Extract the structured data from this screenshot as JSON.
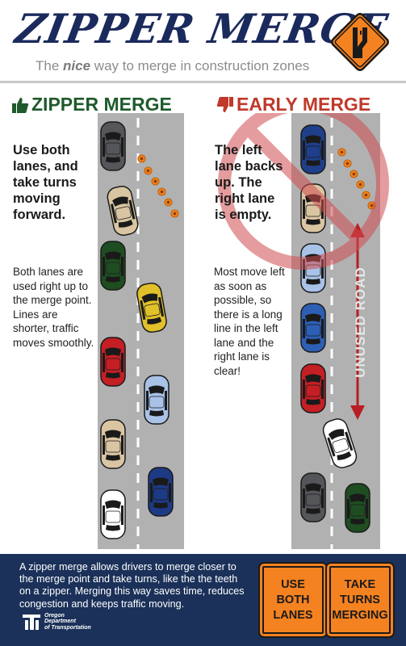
{
  "header": {
    "title": "ZIPPER MERGE",
    "subtitle_before": "The",
    "subtitle_emphasis": "nice",
    "subtitle_after": "way to merge in construction zones",
    "sign_icon": "lane-merge-sign-icon"
  },
  "zipper": {
    "heading": "ZIPPER MERGE",
    "main_text": "Use both lanes, and take turns moving forward.",
    "detail_text": "Both lanes are used right up to the merge point. Lines are shorter, traffic moves smoothly."
  },
  "early": {
    "heading": "EARLY MERGE",
    "main_text": "The left lane backs up. The right lane is empty.",
    "detail_text": "Most move left as soon as possible, so there is a long line in the left lane and the right lane is clear!",
    "unused_label": "UNUSED ROAD"
  },
  "footer": {
    "text": "A zipper merge allows drivers to merge closer to the merge point and take turns, like the the teeth on a zipper. Merging this way saves time, reduces congestion and keeps traffic moving.",
    "agency_line1": "Oregon",
    "agency_line2": "Department",
    "agency_line3": "of Transportation",
    "sign1_line1": "USE",
    "sign1_line2": "BOTH",
    "sign1_line3": "LANES",
    "sign2_line1": "TAKE",
    "sign2_line2": "TURNS",
    "sign2_line3": "MERGING"
  },
  "colors": {
    "navy": "#1b2a5c",
    "green": "#1f5a2c",
    "red": "#c0392b",
    "orange": "#f58220",
    "road": "#b1b1b1",
    "footer": "#1b3159"
  }
}
